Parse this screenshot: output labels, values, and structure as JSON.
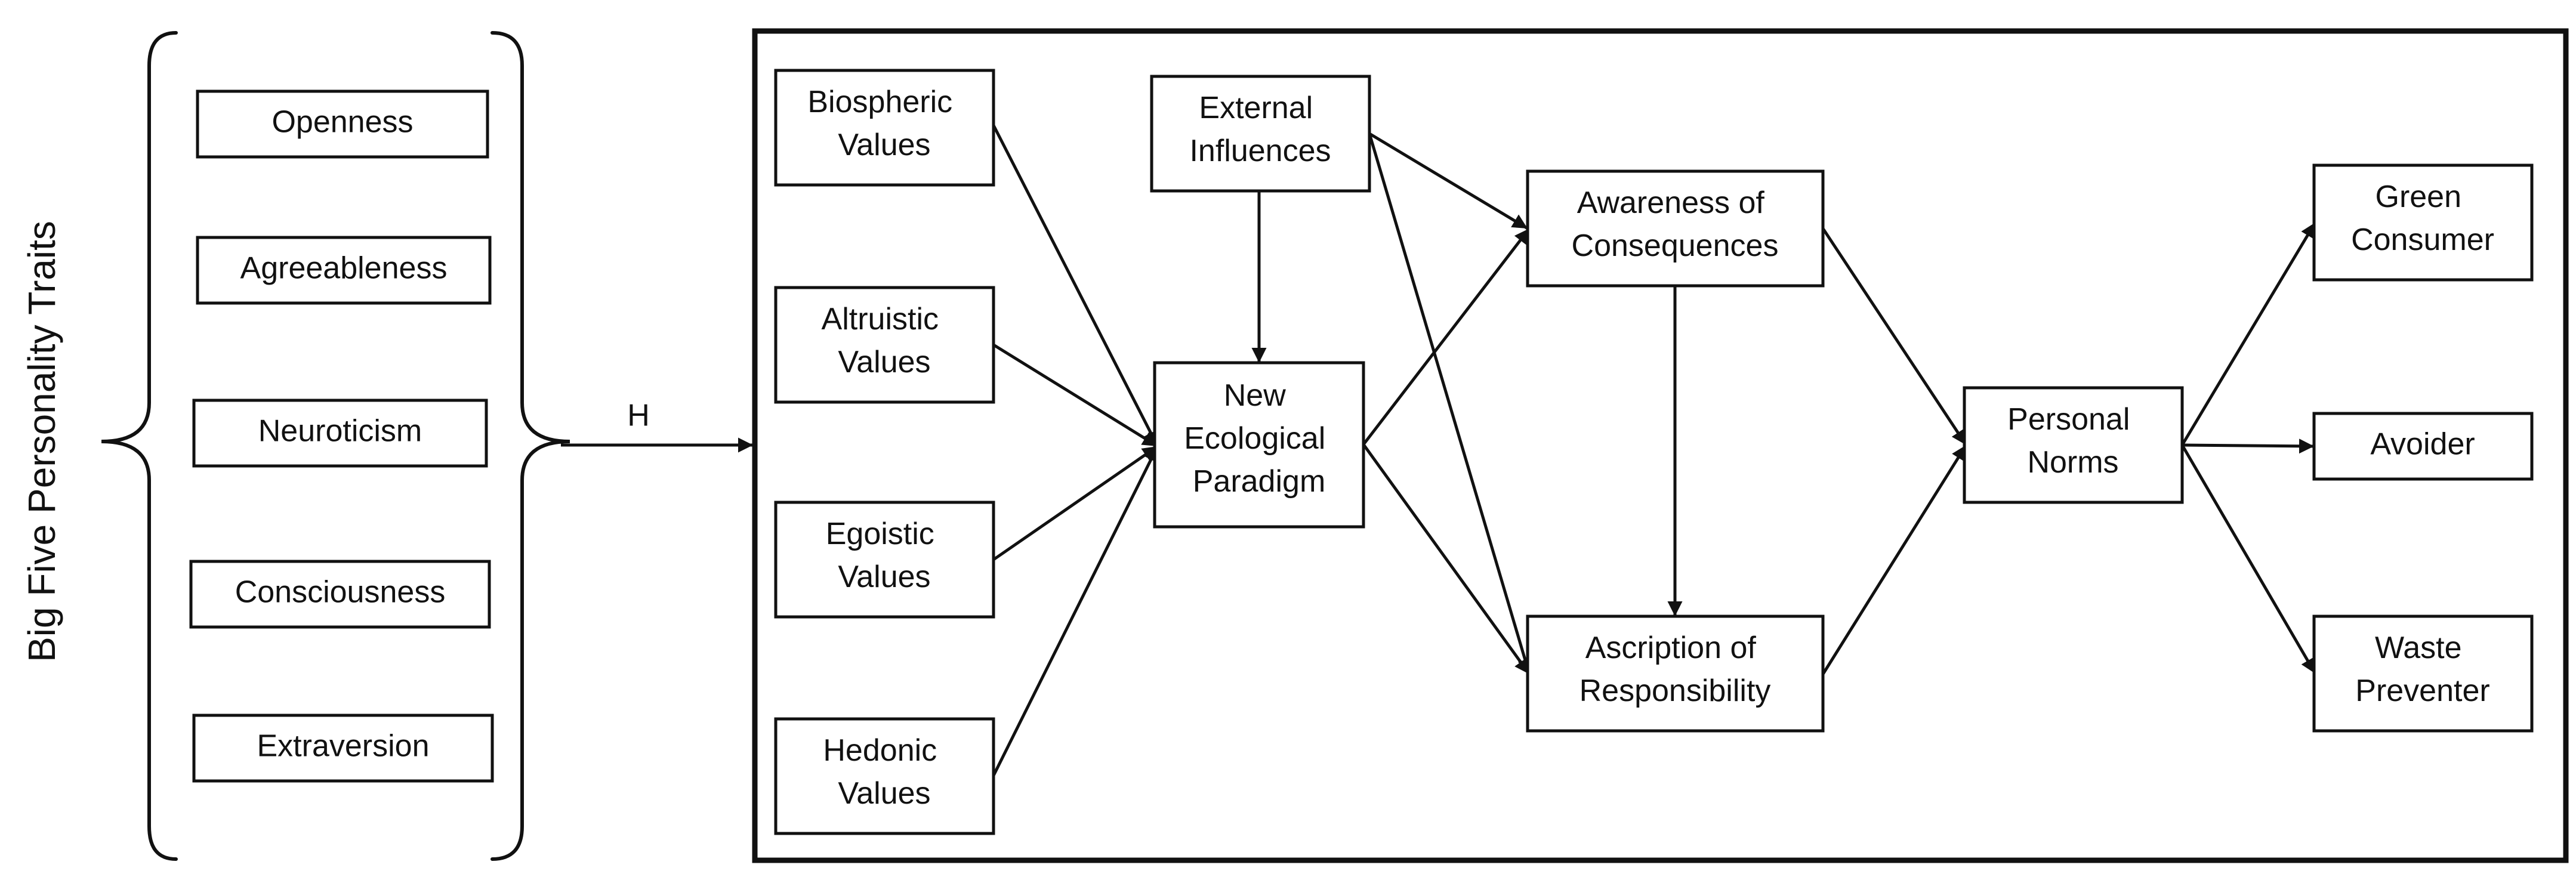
{
  "side_title": "Big Five Personality Traits",
  "link_label": "H",
  "traits": [
    "Openness",
    "Agreeableness",
    "Neuroticism",
    "Consciousness",
    "Extraversion"
  ],
  "nodes": {
    "biospheric": [
      "Biospheric",
      "Values"
    ],
    "altruistic": [
      "Altruistic",
      "Values"
    ],
    "egoistic": [
      "Egoistic",
      "Values"
    ],
    "hedonic": [
      "Hedonic",
      "Values"
    ],
    "external": [
      "External",
      "Influences"
    ],
    "nep": [
      "New",
      "Ecological",
      "Paradigm"
    ],
    "awareness": [
      "Awareness of",
      "Consequences"
    ],
    "ascription": [
      "Ascription of",
      "Responsibility"
    ],
    "norms": [
      "Personal",
      "Norms"
    ],
    "green": [
      "Green",
      "Consumer"
    ],
    "avoider": [
      "Avoider"
    ],
    "waste": [
      "Waste",
      "Preventer"
    ]
  },
  "edges": [
    [
      "biospheric",
      "nep"
    ],
    [
      "altruistic",
      "nep"
    ],
    [
      "egoistic",
      "nep"
    ],
    [
      "hedonic",
      "nep"
    ],
    [
      "external",
      "nep"
    ],
    [
      "external",
      "awareness"
    ],
    [
      "external",
      "ascription"
    ],
    [
      "nep",
      "awareness"
    ],
    [
      "nep",
      "ascription"
    ],
    [
      "awareness",
      "ascription"
    ],
    [
      "awareness",
      "norms"
    ],
    [
      "ascription",
      "norms"
    ],
    [
      "norms",
      "green"
    ],
    [
      "norms",
      "avoider"
    ],
    [
      "norms",
      "waste"
    ]
  ]
}
